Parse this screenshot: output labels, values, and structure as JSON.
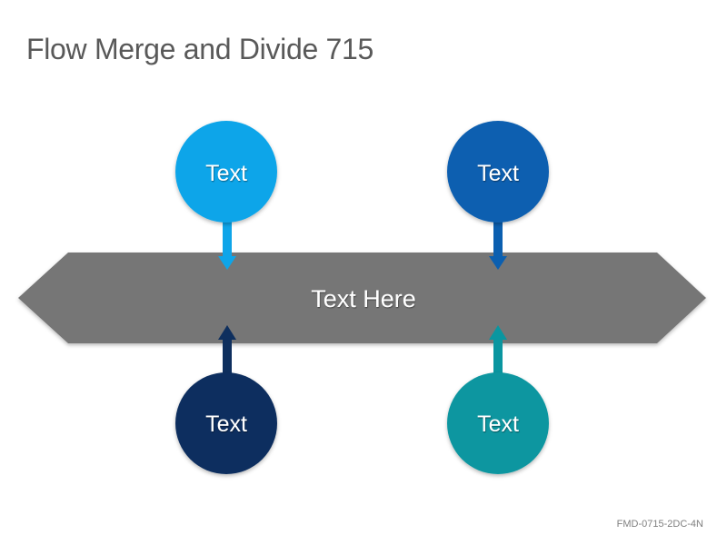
{
  "title": "Flow Merge and Divide 715",
  "footer_code": "FMD-0715-2DC-4N",
  "banner": {
    "label": "Text Here",
    "color": "#767676"
  },
  "nodes": {
    "top_left": {
      "label": "Text",
      "color": "#0ea5e9"
    },
    "top_right": {
      "label": "Text",
      "color": "#0b5fb0"
    },
    "bottom_left": {
      "label": "Text",
      "color": "#0e2f5e"
    },
    "bottom_right": {
      "label": "Text",
      "color": "#0a96a0"
    }
  }
}
